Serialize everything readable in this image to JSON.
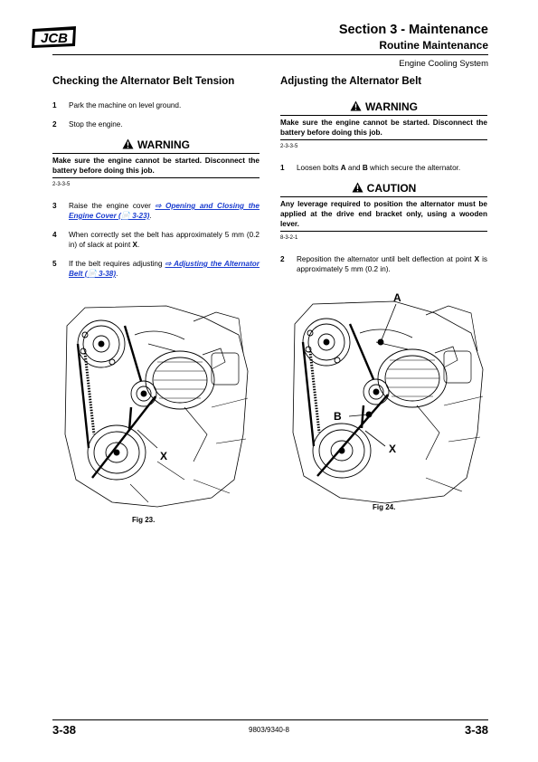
{
  "header": {
    "logo_text": "JCB",
    "section": "Section 3 - Maintenance",
    "subsection": "Routine Maintenance",
    "system": "Engine Cooling System"
  },
  "left": {
    "title": "Checking the Alternator Belt Tension",
    "steps": [
      {
        "num": "1",
        "text": "Park the machine on level ground."
      },
      {
        "num": "2",
        "text": "Stop the engine."
      }
    ],
    "warning": {
      "label": "WARNING",
      "text": "Make sure the engine cannot be started. Disconnect the battery before doing this job.",
      "code": "2-3-3-5"
    },
    "step3": {
      "num": "3",
      "pre": "Raise the engine cover ",
      "link": "⇨ Opening and Closing the Engine Cover (📄 3-23)",
      "post": "."
    },
    "step4": {
      "num": "4",
      "pre": "When correctly set the belt has approximately 5 mm (0.2 in) of slack at point ",
      "bold": "X",
      "post": "."
    },
    "step5": {
      "num": "5",
      "pre": "If the belt requires adjusting ",
      "link": "⇨ Adjusting the Alternator Belt (📄 3-38)",
      "post": "."
    },
    "figure": {
      "caption": "Fig 23.",
      "label_x": "X"
    }
  },
  "right": {
    "title": "Adjusting the Alternator Belt",
    "warning": {
      "label": "WARNING",
      "text": "Make sure the engine cannot be started. Disconnect the battery before doing this job.",
      "code": "2-3-3-5"
    },
    "step1": {
      "num": "1",
      "pre": "Loosen bolts ",
      "a": "A",
      "mid": " and ",
      "b": "B",
      "post": " which secure the alternator."
    },
    "caution": {
      "label": "CAUTION",
      "text": "Any leverage required to position the alternator must be applied at the drive end bracket only, using a wooden lever.",
      "code": "8-3-2-1"
    },
    "step2": {
      "num": "2",
      "pre": "Reposition the alternator until belt deflection at point ",
      "bold": "X",
      "post": " is approximately 5 mm (0.2 in)."
    },
    "figure": {
      "caption": "Fig 24.",
      "label_a": "A",
      "label_b": "B",
      "label_x": "X"
    }
  },
  "footer": {
    "page_left": "3-38",
    "doc_number": "9803/9340-8",
    "page_right": "3-38"
  }
}
